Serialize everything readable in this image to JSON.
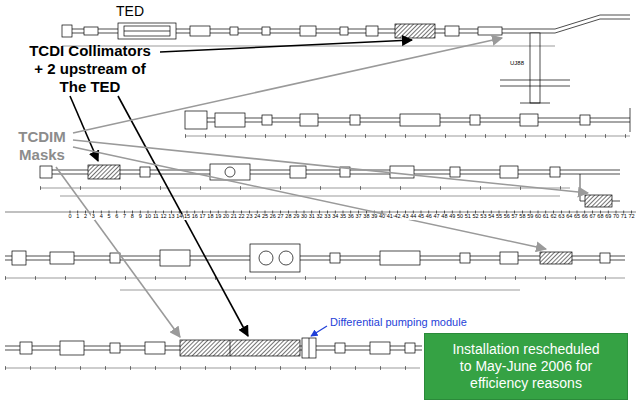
{
  "diagram": {
    "nodes": [
      {
        "text": [
          "Installation rescheduled to May-June 2006 for efficiency reasons"
        ]
      }
    ],
    "labels": [
      "TED",
      "TCDI Collimators + 2 upstream of The TED",
      "TCDIM Masks",
      "Differential pumping module",
      "UJ88",
      "0",
      "1",
      "2",
      "3",
      "4",
      "5",
      "6",
      "7",
      "8",
      "9",
      "10",
      "11",
      "12",
      "13",
      "14",
      "15",
      "16",
      "17",
      "18",
      "19",
      "20",
      "21",
      "22",
      "23",
      "24",
      "25",
      "26",
      "27",
      "28",
      "29",
      "30",
      "31",
      "32",
      "33",
      "34",
      "35",
      "36",
      "37",
      "38",
      "39",
      "40",
      "41",
      "42",
      "43",
      "44",
      "45",
      "46",
      "47",
      "48",
      "49",
      "50",
      "51",
      "52",
      "53",
      "54",
      "55",
      "56",
      "57",
      "58",
      "59",
      "60",
      "61",
      "62",
      "63",
      "64",
      "65",
      "66",
      "67",
      "68",
      "69",
      "70",
      "71",
      "72"
    ]
  }
}
